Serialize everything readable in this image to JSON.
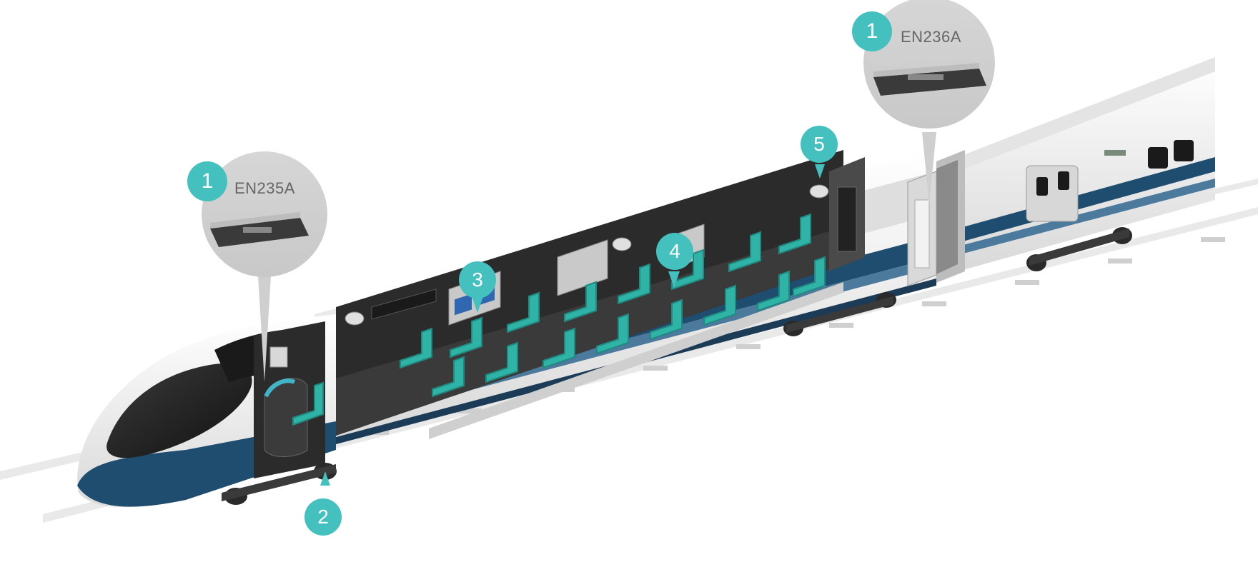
{
  "callouts": [
    {
      "number": "1",
      "label": "EN235A"
    },
    {
      "number": "1",
      "label": "EN236A"
    }
  ],
  "markers": [
    {
      "number": "2"
    },
    {
      "number": "3"
    },
    {
      "number": "4"
    },
    {
      "number": "5"
    }
  ],
  "colors": {
    "accent": "#44c1be",
    "seat": "#2fb3a7",
    "interior": "#2b2b2b",
    "body": "#f2f2f2",
    "stripe_navy": "#1f4d70",
    "callout_grey": "#dcdcdc"
  }
}
